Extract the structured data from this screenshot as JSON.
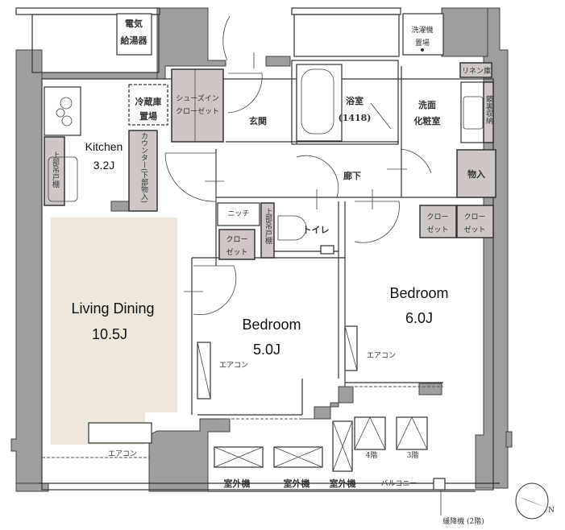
{
  "colors": {
    "wall": "#9e9e9e",
    "living_floor": "#ede7dc",
    "storage": "#cfc6c6"
  },
  "rooms": {
    "water_heater": [
      "電気",
      "給湯器"
    ],
    "fridge": [
      "冷蔵庫",
      "置場"
    ],
    "shoe_closet": [
      "シューズイン",
      "クローゼット"
    ],
    "entrance": "玄関",
    "kitchen": {
      "name": "Kitchen",
      "size": "3.2J"
    },
    "counter": "カウンター(下部物入)",
    "upper_cabinet_kitchen": "上部吊戸棚",
    "niche": "ニッチ",
    "closet_hall": [
      "クロー",
      "ゼット"
    ],
    "upper_cabinet_toilet": "上部吊戸棚",
    "toilet": "トイレ",
    "hallway": "廊下",
    "bath": [
      "浴室",
      "(1418)"
    ],
    "washroom": [
      "洗面",
      "化粧室"
    ],
    "washer": [
      "洗濯機",
      "置場"
    ],
    "linen": "リネン庫",
    "mirror_storage": "鏡裏収納",
    "storage": "物入",
    "closet_b1": [
      "クロー",
      "ゼット"
    ],
    "closet_b2": [
      "クロー",
      "ゼット"
    ],
    "bedroom_large": {
      "name": "Bedroom",
      "size": "6.0J"
    },
    "living": {
      "name": "Living Dining",
      "size": "10.5J"
    },
    "bedroom_small": {
      "name": "Bedroom",
      "size": "5.0J"
    }
  },
  "equipment": {
    "ac_bedroom_small": "エアコン",
    "ac_bedroom_large": "エアコン",
    "ac_living": "エアコン",
    "outdoor_units": [
      "室外機",
      "室外機",
      "室外機"
    ],
    "balcony": "バルコニー",
    "floor_4": "4階",
    "floor_3": "3階",
    "escape": "緩降機 (2階)"
  },
  "compass": {
    "icon": "north-arrow-icon",
    "label": "N"
  }
}
